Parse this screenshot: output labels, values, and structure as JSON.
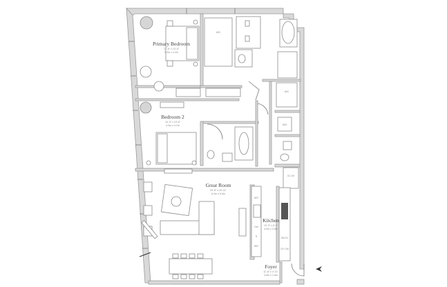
{
  "rooms": {
    "primary_bedroom": {
      "name": "Primary Bedroom",
      "dim_imperial": "17'-6\" x 13'-9\"",
      "dim_metric": "5.3m x 4.2m"
    },
    "bedroom_2": {
      "name": "Bedroom 2",
      "dim_imperial": "14'-0\" x 13'-6\"",
      "dim_metric": "4.3m x 4.1m"
    },
    "great_room": {
      "name": "Great Room",
      "dim_imperial": "20'-8\" x 20'-11\"",
      "dim_metric": "6.3m x 6.5m"
    },
    "kitchen": {
      "name": "Kitchen",
      "dim_imperial": "13'-3\" x 8'-4\"",
      "dim_metric": "4.0m x 2.5m"
    },
    "foyer": {
      "name": "Foyer",
      "dim_imperial": "11'-8\" x 4'-11\"",
      "dim_metric": "3.6m x 1.5m"
    }
  },
  "labels": {
    "wic_primary": "WIC",
    "wic_hall": "WIC",
    "wd": "W/D",
    "cl_av": "CL/ AV",
    "wf": "W/F",
    "dw": "DW",
    "r": "R",
    "ref": "REF",
    "sm_ov": "SM OV",
    "st_cm": "ST/ CM"
  },
  "entry_icon": "entry-arrow-icon"
}
